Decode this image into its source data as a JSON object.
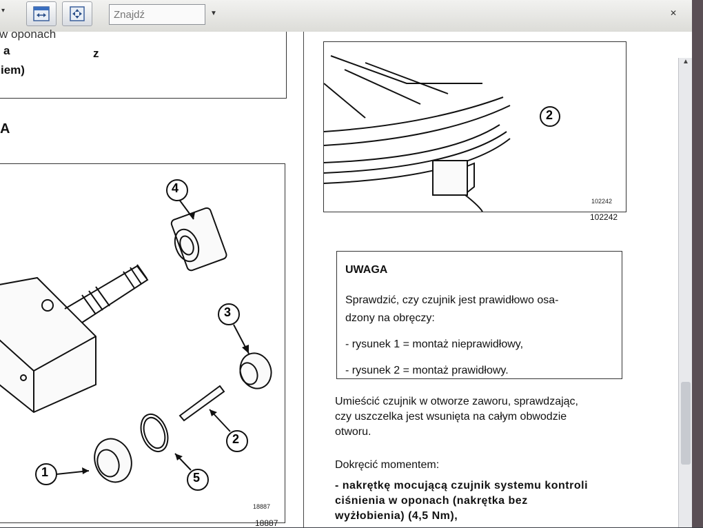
{
  "toolbar": {
    "search_placeholder": "Znajdź"
  },
  "left_column": {
    "top_fragments": [
      "w oponach",
      "a",
      "z",
      "iem)"
    ],
    "section_heading": "A",
    "figure": {
      "callouts": [
        "1",
        "2",
        "3",
        "4",
        "5"
      ],
      "figure_number_small": "18887",
      "figure_number": "18887"
    }
  },
  "right_column": {
    "figure": {
      "callout": "2",
      "figure_number_small": "102242",
      "figure_number": "102242"
    },
    "warning": {
      "title": "UWAGA",
      "text": "Sprawdzić, czy czujnik jest prawidłowo osadzony na obręczy:",
      "text_line1": "Sprawdzić, czy czujnik jest prawidłowo osa-",
      "text_line2": "dzony na obręczy:",
      "item1": "- rysunek 1 = montaż nieprawidłowy,",
      "item2": "- rysunek 2 = montaż prawidłowy."
    },
    "paragraph1_line1": "Umieścić czujnik w otworze zaworu, sprawdzając,",
    "paragraph1_line2": "czy uszczelka jest wsunięta na całym obwodzie",
    "paragraph1_line3": "otworu.",
    "paragraph2": "Dokręcić momentem:",
    "bullet_line1": "- nakrętkę mocującą czujnik systemu kontroli",
    "bullet_line2": "ciśnienia w oponach (nakrętka bez",
    "bullet_line3": "wyżłobienia) (4,5 Nm),"
  }
}
